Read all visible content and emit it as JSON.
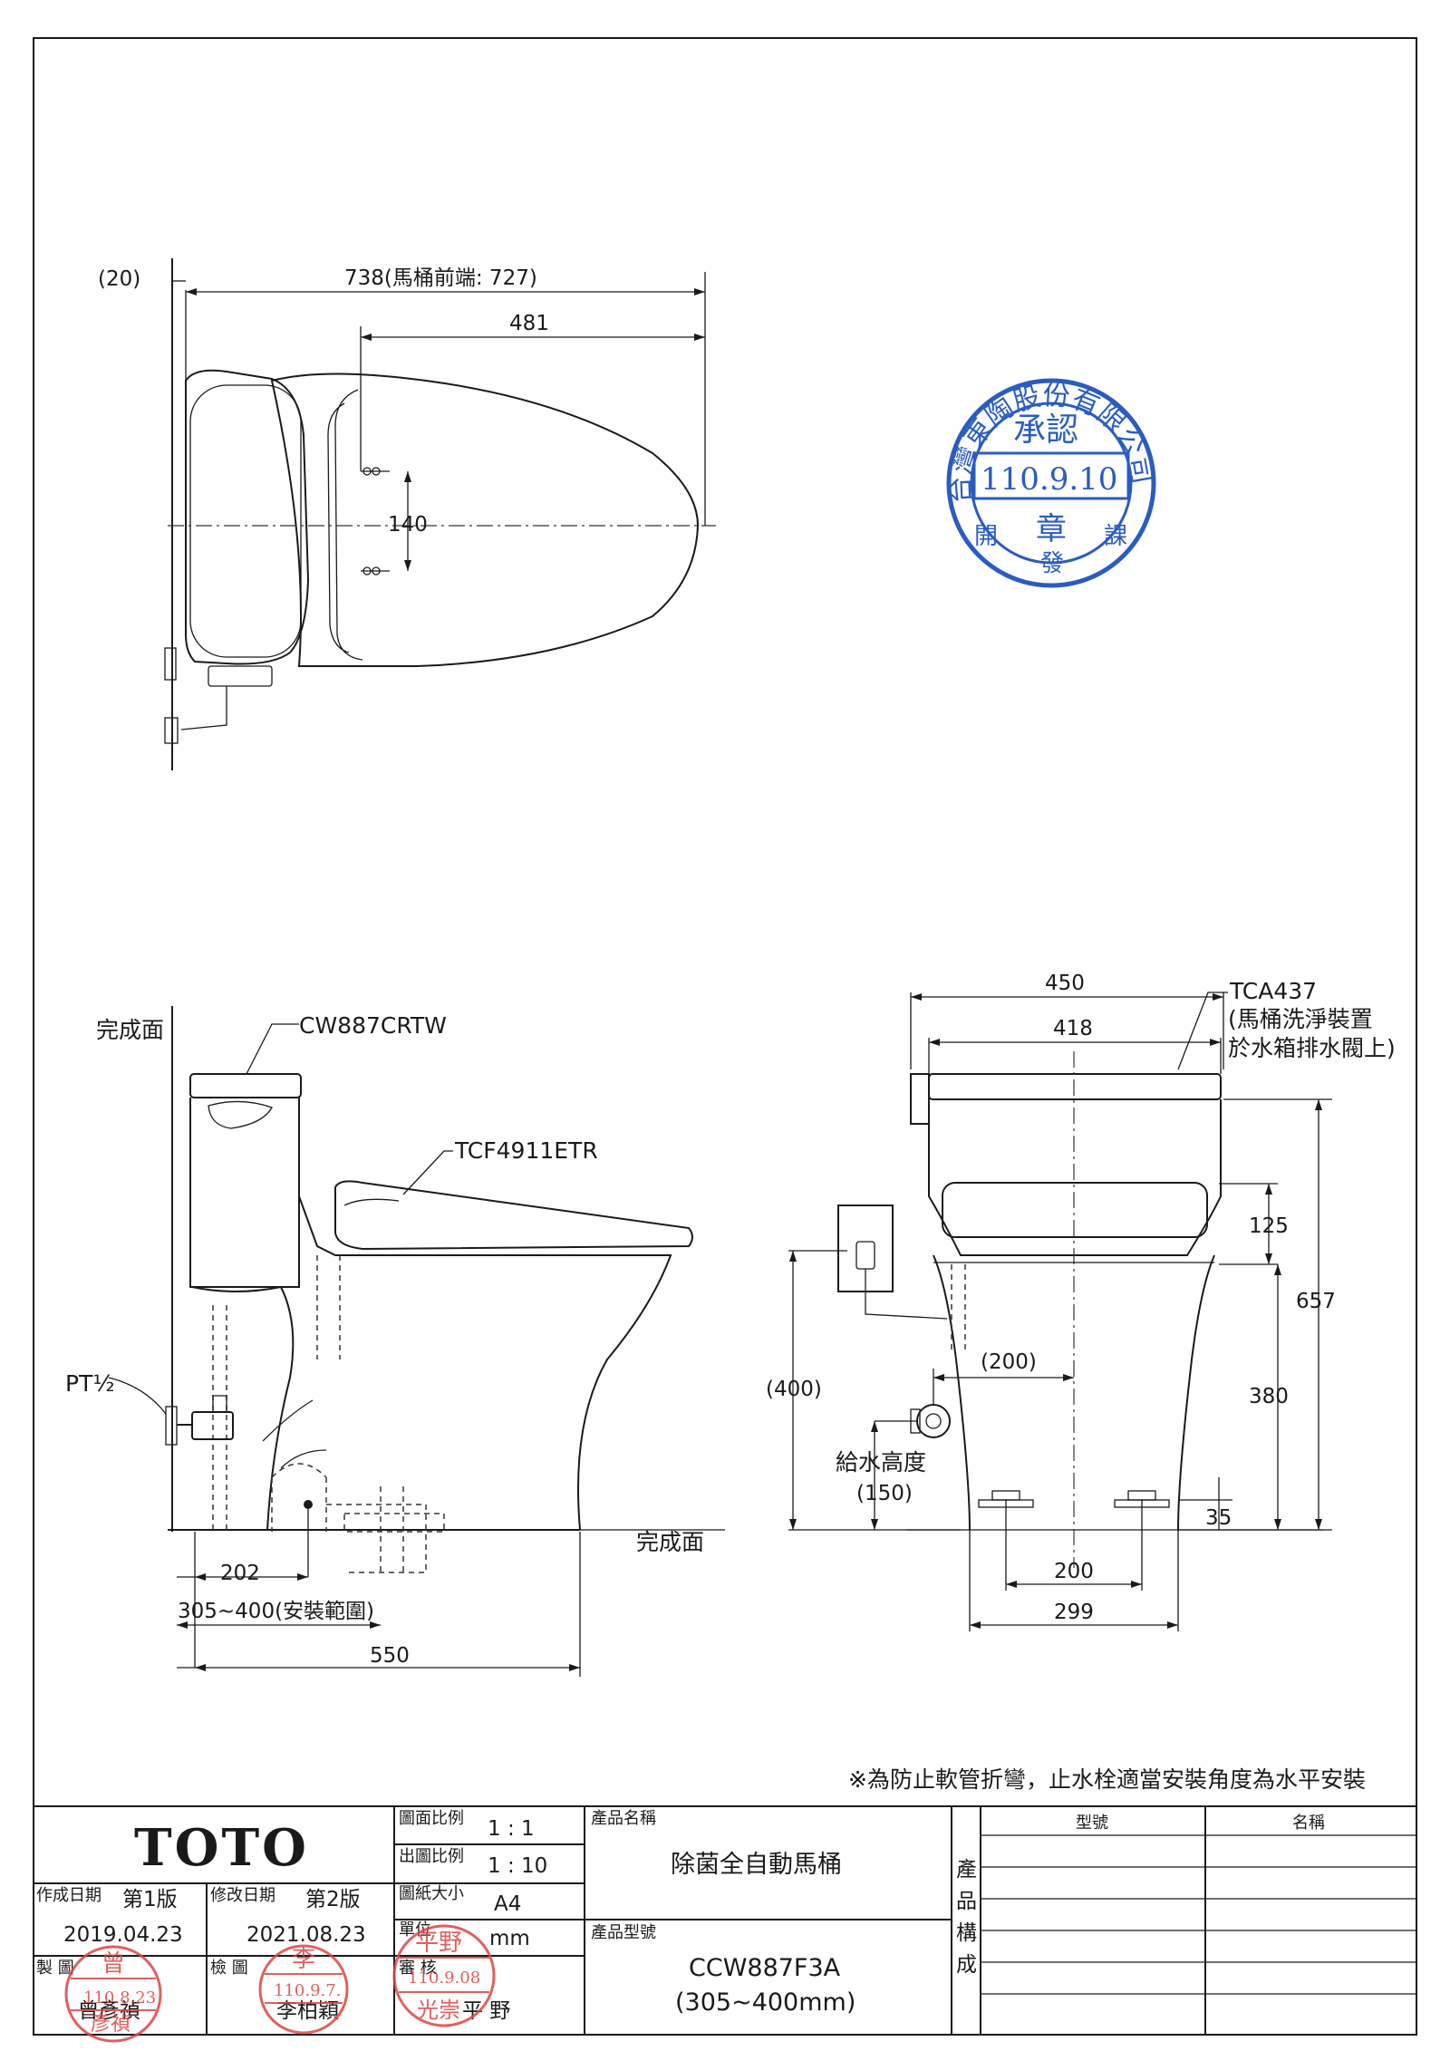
{
  "top_view": {
    "dim_wall_gap": "(20)",
    "dim_total_length": "738(馬桶前端: 727)",
    "dim_seat_length": "481",
    "dim_bolt_spacing": "140"
  },
  "side_view": {
    "label_finish_surface_top": "完成面",
    "label_tank_model": "CW887CRTW",
    "label_seat_model": "TCF4911ETR",
    "label_pipe_thread": "PT½",
    "label_finish_surface_floor": "完成面",
    "dim_outlet_distance": "202",
    "dim_install_range": "305~400(安裝範圍)",
    "dim_depth": "550"
  },
  "front_view": {
    "label_flush_device_model": "TCA437",
    "label_flush_device_note_1": "(馬桶洗淨裝置",
    "label_flush_device_note_2": "於水箱排水閥上)",
    "dim_overall_width": "450",
    "dim_tank_width": "418",
    "dim_seat_gap": "125",
    "dim_total_height": "657",
    "dim_bowl_height": "380",
    "dim_inlet_offset": "(200)",
    "dim_inlet_height": "(400)",
    "label_supply_height": "給水高度",
    "dim_supply_height": "(150)",
    "dim_base_gap": "35",
    "dim_bolt_spacing": "200",
    "dim_base_width": "299"
  },
  "note": "※為防止軟管折彎，止水栓適當安裝角度為水平安裝",
  "title_block": {
    "brand": "TOTO",
    "drawing_scale_label": "圖面比例",
    "drawing_scale": "1 : 1",
    "print_scale_label": "出圖比例",
    "print_scale": "1 : 10",
    "paper_size_label": "圖紙大小",
    "paper_size": "A4",
    "unit_label": "單位",
    "unit": "mm",
    "created_date_label": "作成日期",
    "created_version": "第1版",
    "created_date": "2019.04.23",
    "revised_date_label": "修改日期",
    "revised_version": "第2版",
    "revised_date": "2021.08.23",
    "drawn_label": "製 圖",
    "drawn_by": "曾彥禎",
    "checked_label": "檢 圖",
    "checked_by": "李柏穎",
    "approved_label": "審 核",
    "approved_by": "平 野",
    "product_name_label": "產品名稱",
    "product_name": "除菌全自動馬桶",
    "product_model_label": "產品型號",
    "product_model": "CCW887F3A",
    "product_model_range": "(305~400mm)",
    "composition_label": [
      "產",
      "品",
      "構",
      "成"
    ],
    "col_model": "型號",
    "col_name": "名稱"
  },
  "stamps": {
    "approval_company": "台灣東陶股份有限公司",
    "approval_word": "承認",
    "approval_date": "110.9.10",
    "approval_seal": "章",
    "approval_dept": [
      "開",
      "發",
      "課"
    ],
    "drawn_stamp_name": "曾",
    "drawn_stamp_date": "110.8.23",
    "drawn_stamp_name_2": "彥禎",
    "checked_stamp_name": "李",
    "checked_stamp_date": "110.9.7.",
    "approved_stamp_name": "平野",
    "approved_stamp_date": "110.9.08",
    "approved_stamp_name_2": "光崇"
  }
}
